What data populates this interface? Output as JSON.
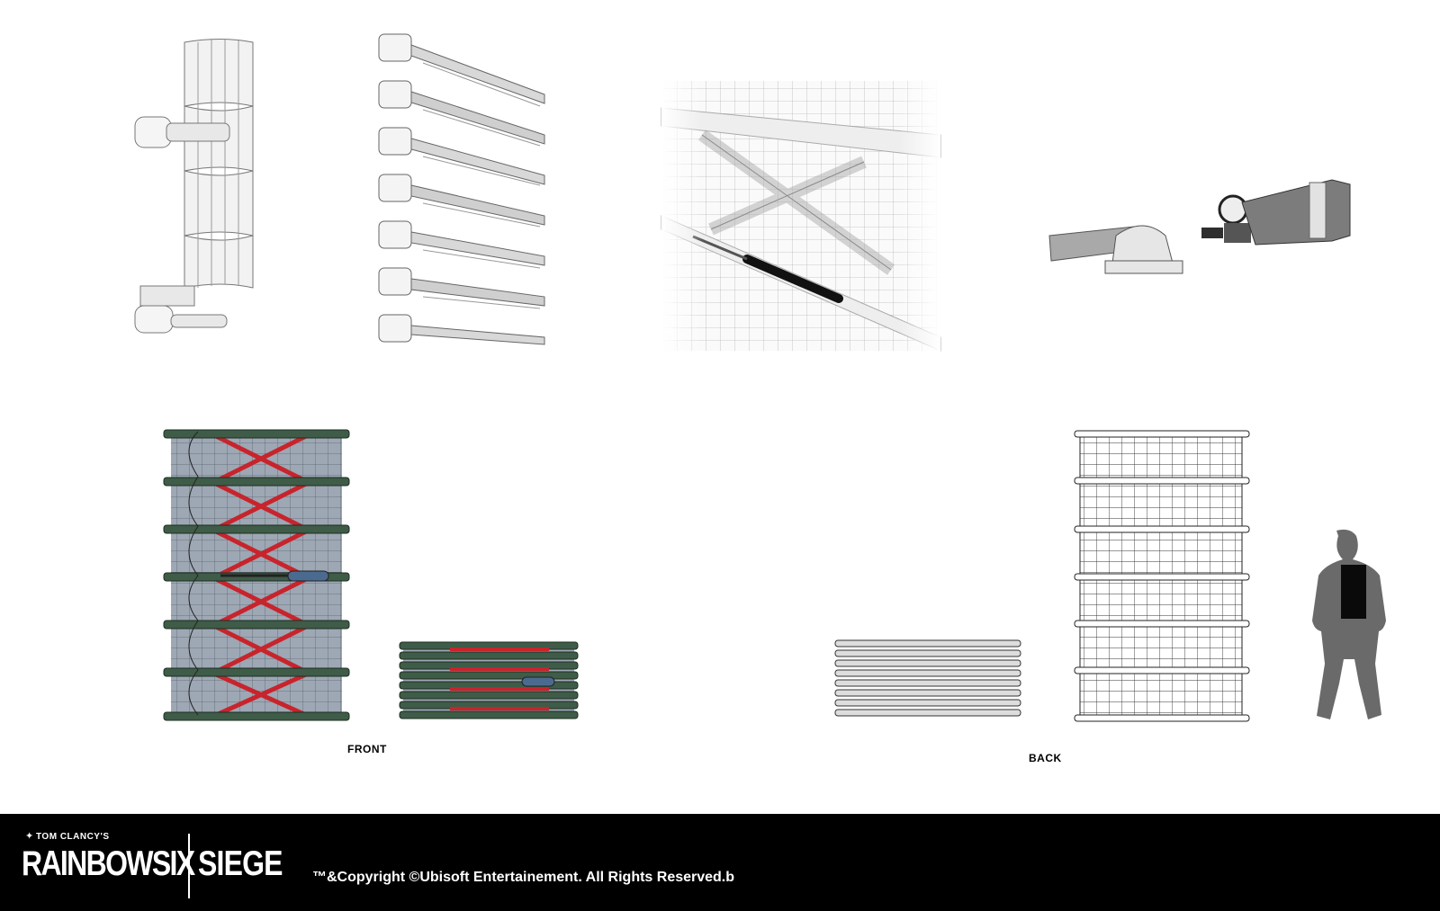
{
  "labels": {
    "front": "FRONT",
    "back": "BACK"
  },
  "footer": {
    "brand_top": "TOM CLANCY'S",
    "brand_main": "RAINBOWSIX",
    "brand_secondary": "SIEGE",
    "copyright": "™&Copyright ©Ubisoft Entertainement. All Rights Reserved.b"
  },
  "colors": {
    "frame_green": "#3e5c48",
    "brace_red": "#c8242c",
    "panel_grey": "#9ea7b4",
    "footer_bg": "#000000",
    "sketch_grey": "#8a8a8a"
  },
  "icons": {
    "brand": "operator-figure-icon"
  }
}
